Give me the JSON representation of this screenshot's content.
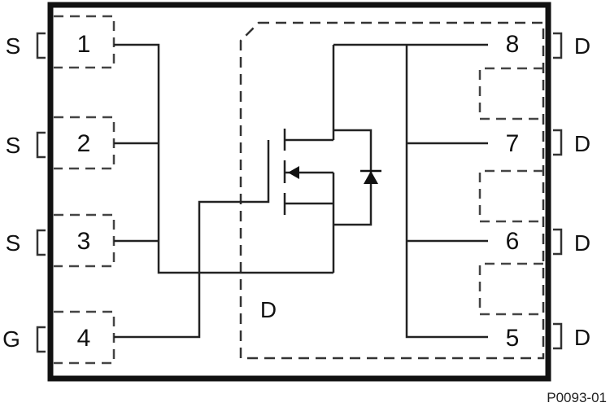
{
  "package": {
    "left_pins": [
      {
        "number": "1",
        "function": "S"
      },
      {
        "number": "2",
        "function": "S"
      },
      {
        "number": "3",
        "function": "S"
      },
      {
        "number": "4",
        "function": "G"
      }
    ],
    "right_pins": [
      {
        "number": "8",
        "function": "D"
      },
      {
        "number": "7",
        "function": "D"
      },
      {
        "number": "6",
        "function": "D"
      },
      {
        "number": "5",
        "function": "D"
      }
    ],
    "drain_pad_label": "D"
  },
  "figure_code": "P0093-01"
}
